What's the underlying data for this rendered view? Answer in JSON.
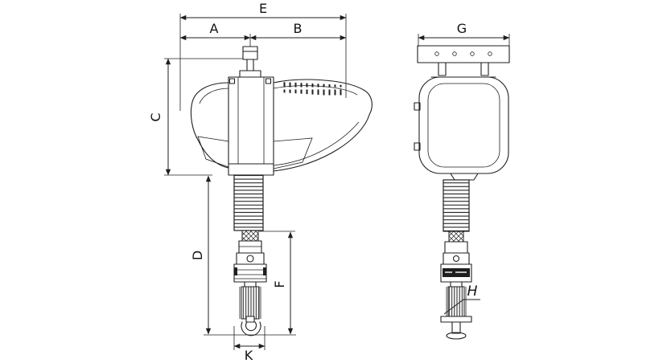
{
  "colors": {
    "ink": "#1f1f1f",
    "background": "#ffffff"
  },
  "labels": {
    "e": "E",
    "a": "A",
    "b": "B",
    "c": "C",
    "d": "D",
    "f": "F",
    "k": "K",
    "g": "G",
    "h": "H"
  }
}
